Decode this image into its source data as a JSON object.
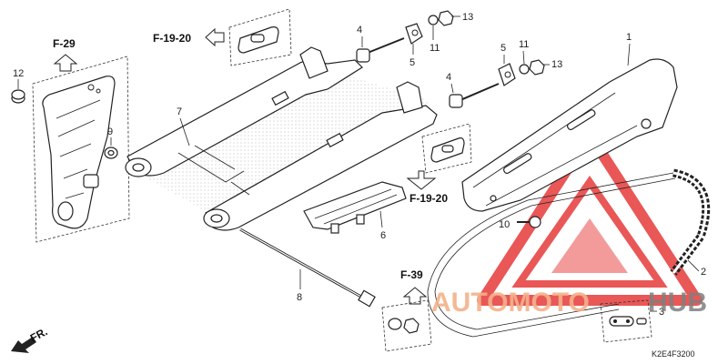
{
  "diagram": {
    "drawing_code": "K2E4F3200",
    "front_arrow_label": "FR.",
    "watermark": {
      "brand_a": "AUTOMOTO",
      "brand_b": "HUB",
      "color_a": "#f3b28a",
      "color_b": "#7f7f7f",
      "triangle_color": "#e63a3a"
    },
    "references": [
      "F-29",
      "F-19-20",
      "F-19-20",
      "F-39"
    ],
    "callouts": [
      "1",
      "2",
      "3",
      "4",
      "4",
      "5",
      "5",
      "6",
      "7",
      "8",
      "9",
      "10",
      "11",
      "11",
      "12",
      "13",
      "13"
    ]
  }
}
